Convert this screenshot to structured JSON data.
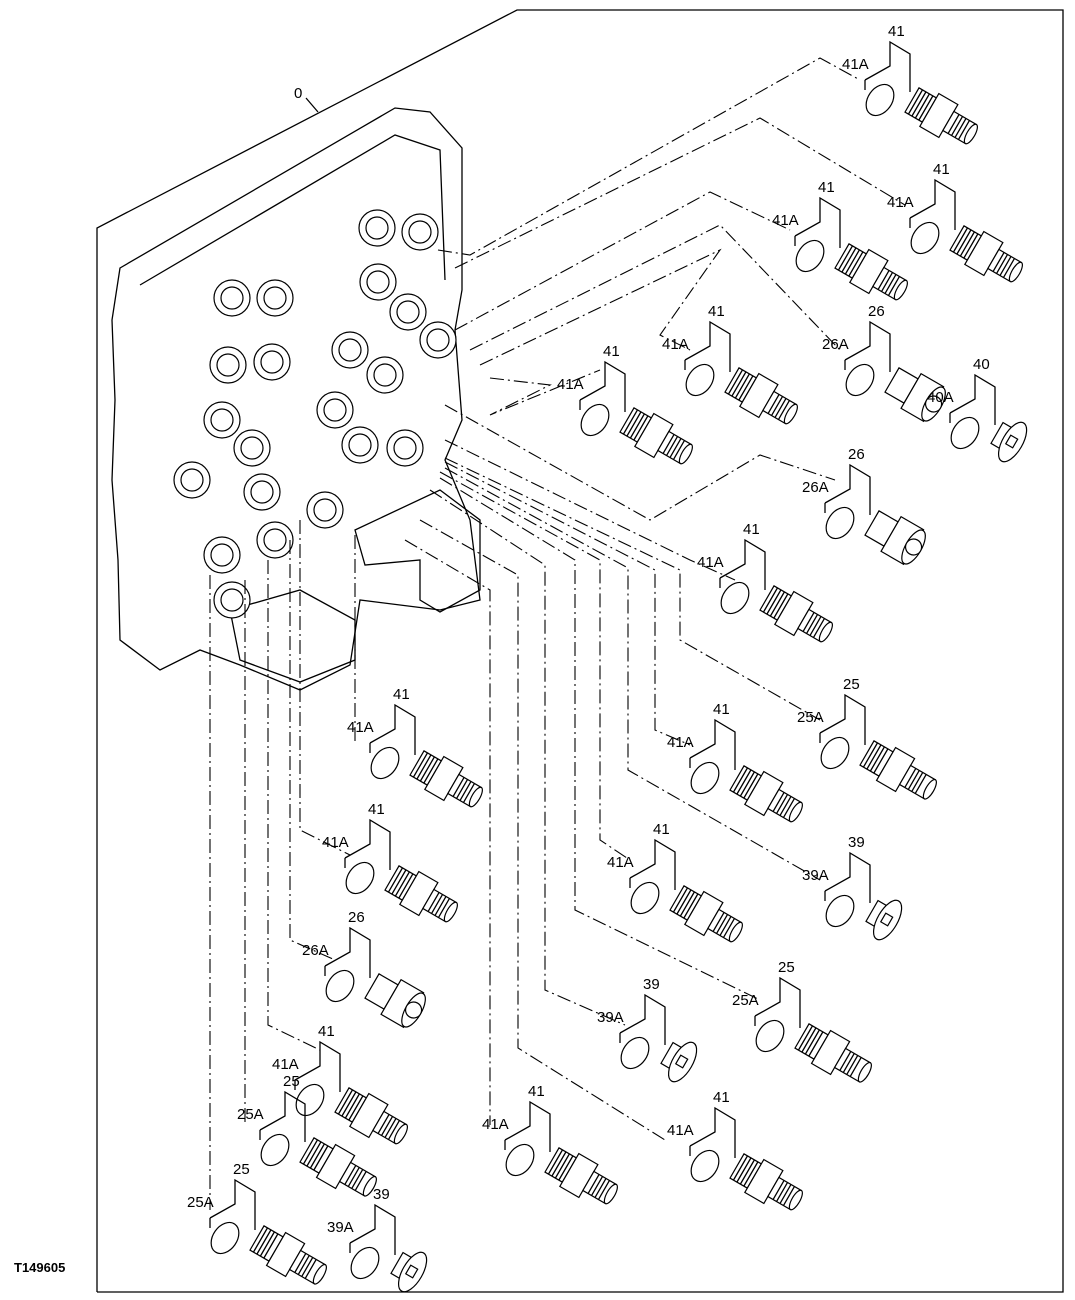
{
  "figure_id": "T149605",
  "assembly_label": "0",
  "callouts": [
    {
      "part": "41",
      "seal": "41A"
    },
    {
      "part": "41",
      "seal": "41A"
    },
    {
      "part": "41",
      "seal": "41A"
    },
    {
      "part": "26",
      "seal": "26A"
    },
    {
      "part": "40",
      "seal": "40A"
    },
    {
      "part": "41",
      "seal": "41A"
    },
    {
      "part": "41",
      "seal": "41A"
    },
    {
      "part": "26",
      "seal": "26A"
    },
    {
      "part": "41",
      "seal": "41A"
    },
    {
      "part": "25",
      "seal": "25A"
    },
    {
      "part": "41",
      "seal": "41A"
    },
    {
      "part": "41",
      "seal": "41A"
    },
    {
      "part": "39",
      "seal": "39A"
    },
    {
      "part": "41",
      "seal": "41A"
    },
    {
      "part": "41",
      "seal": "41A"
    },
    {
      "part": "26",
      "seal": "26A"
    },
    {
      "part": "25",
      "seal": "25A"
    },
    {
      "part": "39",
      "seal": "39A"
    },
    {
      "part": "41",
      "seal": "41A"
    },
    {
      "part": "41",
      "seal": "41A"
    },
    {
      "part": "25",
      "seal": "25A"
    },
    {
      "part": "41",
      "seal": "41A"
    },
    {
      "part": "25",
      "seal": "25A"
    },
    {
      "part": "39",
      "seal": "39A"
    }
  ]
}
